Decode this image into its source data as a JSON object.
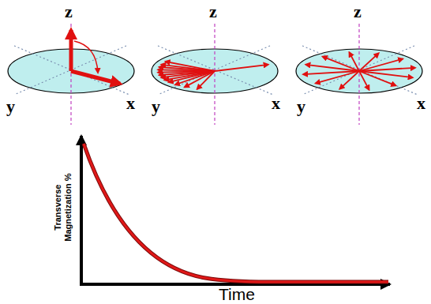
{
  "diagram": {
    "labels": [
      "z",
      "z",
      "z",
      "y",
      "x",
      "y",
      "x",
      "y",
      "x",
      "Transverse Magnetization %",
      "Time"
    ]
  }
}
